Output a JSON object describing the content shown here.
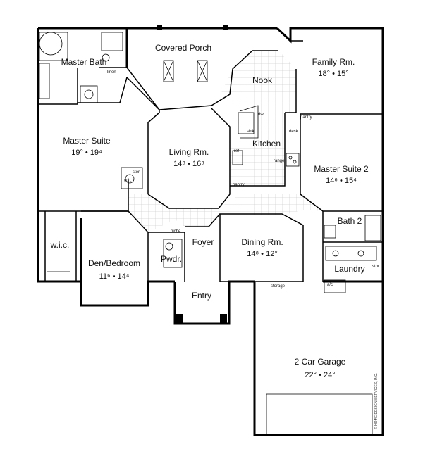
{
  "rooms": {
    "covered_porch": {
      "name": "Covered Porch"
    },
    "master_bath": {
      "name": "Master Bath"
    },
    "family": {
      "name": "Family Rm.",
      "dims": "18° • 15°"
    },
    "nook": {
      "name": "Nook"
    },
    "master_suite": {
      "name": "Master Suite",
      "dims": "19° • 19⁴"
    },
    "living": {
      "name": "Living Rm.",
      "dims": "14⁸ • 16⁸"
    },
    "kitchen": {
      "name": "Kitchen"
    },
    "master_suite_2": {
      "name": "Master Suite 2",
      "dims": "14⁶ • 15⁴"
    },
    "bath_2": {
      "name": "Bath 2"
    },
    "wic": {
      "name": "w.i.c."
    },
    "den": {
      "name": "Den/Bedroom",
      "dims": "11⁶ • 14⁴"
    },
    "pwdr": {
      "name": "Pwdr."
    },
    "foyer": {
      "name": "Foyer"
    },
    "dining": {
      "name": "Dining Rm.",
      "dims": "14⁸ • 12°"
    },
    "laundry": {
      "name": "Laundry"
    },
    "entry": {
      "name": "Entry"
    },
    "garage": {
      "name": "2 Car Garage",
      "dims": "22° • 24°"
    }
  },
  "small_labels": {
    "linen": "linen",
    "stor1": "stor.",
    "wh": "w.h.",
    "pantry_top": "pantry",
    "desk": "desk",
    "range": "range",
    "pantry_bottom": "pantry",
    "dw": "dw",
    "sink": "sink",
    "ref": "ref",
    "niche": "niche",
    "storage": "storage",
    "ac": "a/c",
    "stor2": "stor."
  },
  "credit": "© HOME DESIGN SERVICES, INC."
}
